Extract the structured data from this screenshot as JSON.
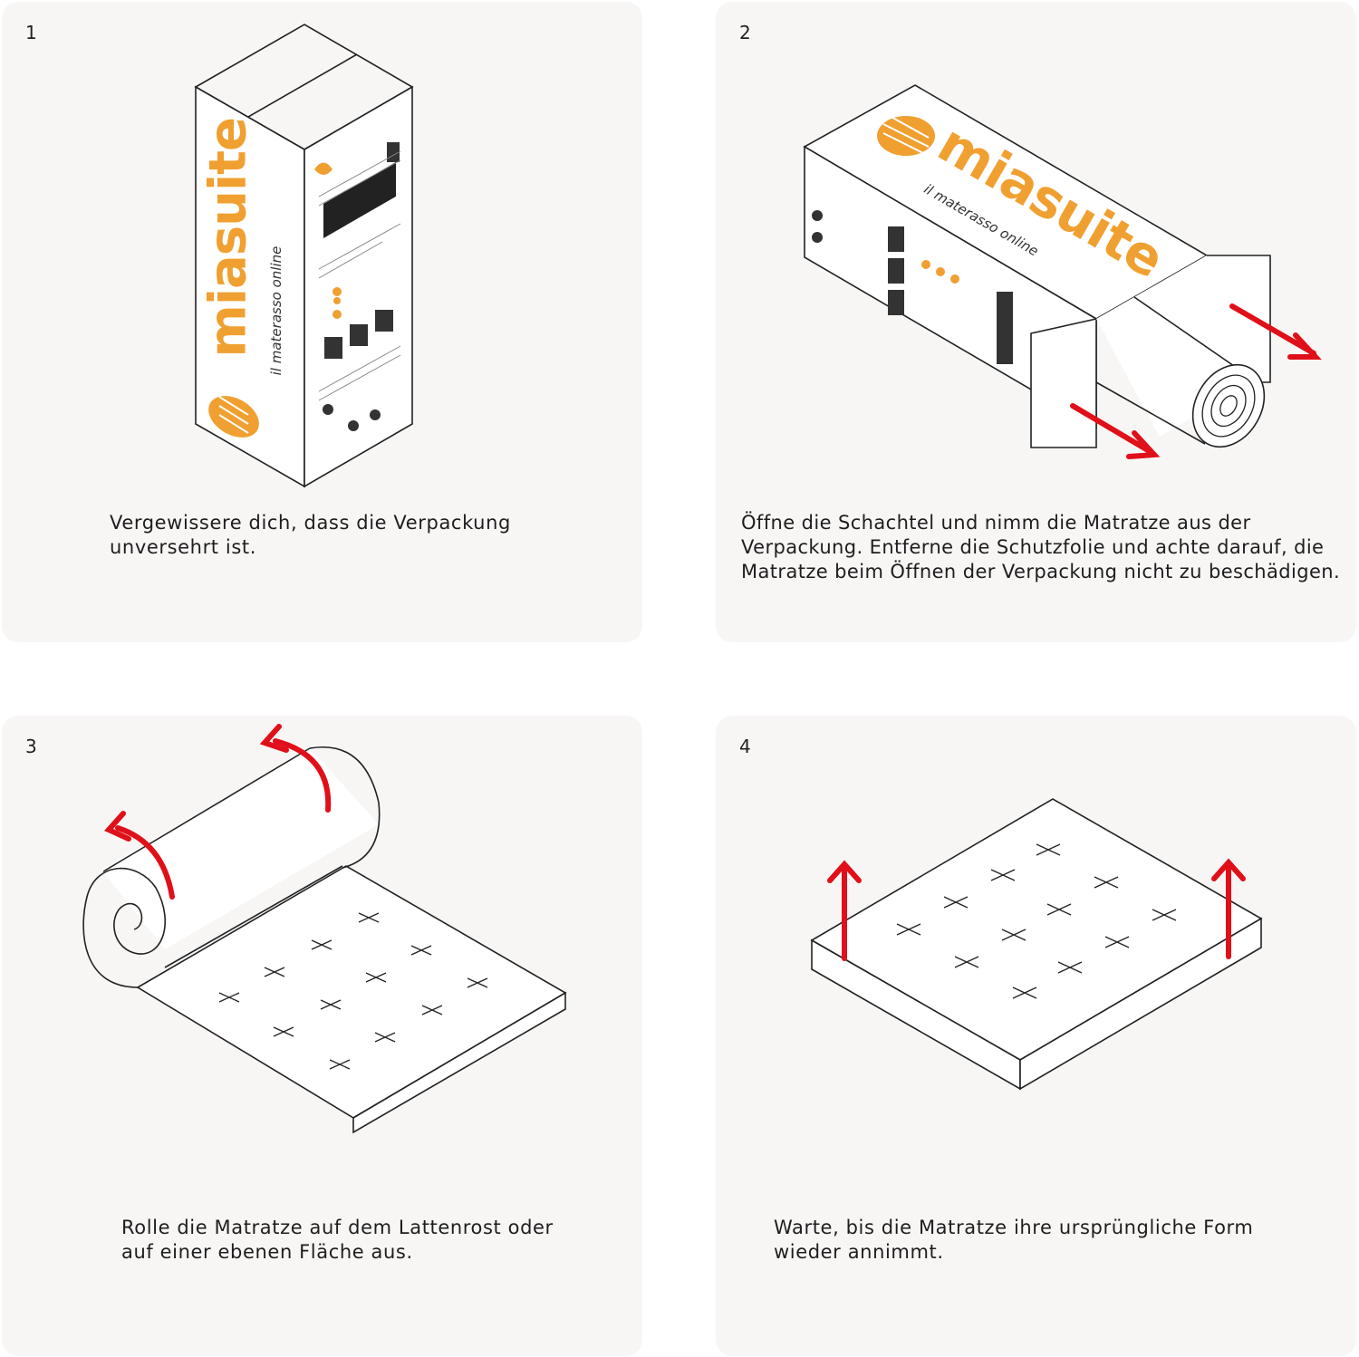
{
  "steps": [
    {
      "number": "1",
      "caption": "Vergewissere dich, dass die Verpackung unversehrt ist."
    },
    {
      "number": "2",
      "caption": "Öffne die Schachtel und nimm die Matratze aus der Verpackung. Entferne die Schutzfolie und achte darauf, die Matratze beim Öffnen der Verpackung nicht zu beschädigen."
    },
    {
      "number": "3",
      "caption": "Rolle die Matratze auf dem Lattenrost oder auf einer ebenen Fläche aus."
    },
    {
      "number": "4",
      "caption": "Warte, bis die Matratze ihre ursprüngliche Form wieder annimmt."
    }
  ],
  "box": {
    "brand": "miasuite",
    "slogan": "il materasso online"
  },
  "colors": {
    "panel": "#f8f6f5",
    "accent": "#f0a030",
    "arrow": "#e0101a",
    "line": "#222222"
  }
}
